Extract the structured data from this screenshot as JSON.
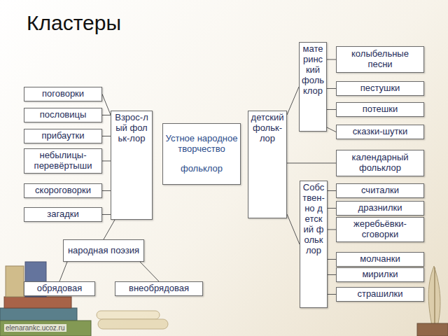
{
  "diagram": {
    "title": "Кластеры",
    "nodes": [
      {
        "text": [
          "Устное народное творчество",
          "фольклор"
        ]
      },
      {
        "text": [
          "Взрос-лый фольк-лор"
        ]
      },
      {
        "text": [
          "поговорки"
        ]
      },
      {
        "text": [
          "пословицы"
        ]
      },
      {
        "text": [
          "прибаутки"
        ]
      },
      {
        "text": [
          "небылицы-перевёртыши"
        ]
      },
      {
        "text": [
          "скороговорки"
        ]
      },
      {
        "text": [
          "загадки"
        ]
      },
      {
        "text": [
          "народная поэзия"
        ]
      },
      {
        "text": [
          "обрядовая"
        ]
      },
      {
        "text": [
          "внеобрядовая"
        ]
      },
      {
        "text": [
          "детский фольк-лор"
        ]
      },
      {
        "text": [
          "материнский фольклор"
        ]
      },
      {
        "text": [
          "колыбельные песни"
        ]
      },
      {
        "text": [
          "пестушки"
        ]
      },
      {
        "text": [
          "потешки"
        ]
      },
      {
        "text": [
          "сказки-шутки"
        ]
      },
      {
        "text": [
          "календарный фольклор"
        ]
      },
      {
        "text": [
          "Собствен-но детский фольклор"
        ]
      },
      {
        "text": [
          "считалки"
        ]
      },
      {
        "text": [
          "дразнилки"
        ]
      },
      {
        "text": [
          "жеребьёвки-сговорки"
        ]
      },
      {
        "text": [
          "молчанки"
        ]
      },
      {
        "text": [
          "мирилки"
        ]
      },
      {
        "text": [
          "страшилки"
        ]
      }
    ],
    "edges": [
      {
        "from": 1,
        "to": 2,
        "arrow": "none"
      },
      {
        "from": 1,
        "to": 3,
        "arrow": "none"
      },
      {
        "from": 1,
        "to": 4,
        "arrow": "none"
      },
      {
        "from": 1,
        "to": 5,
        "arrow": "none"
      },
      {
        "from": 1,
        "to": 6,
        "arrow": "none"
      },
      {
        "from": 1,
        "to": 7,
        "arrow": "none"
      },
      {
        "from": 1,
        "to": 8,
        "arrow": "none"
      },
      {
        "from": 8,
        "to": 9,
        "arrow": "none"
      },
      {
        "from": 8,
        "to": 10,
        "arrow": "none"
      },
      {
        "from": 11,
        "to": 12,
        "arrow": "none"
      },
      {
        "from": 11,
        "to": 17,
        "arrow": "none"
      },
      {
        "from": 11,
        "to": 18,
        "arrow": "none"
      },
      {
        "from": 12,
        "to": 13,
        "arrow": "none"
      },
      {
        "from": 12,
        "to": 14,
        "arrow": "none"
      },
      {
        "from": 12,
        "to": 15,
        "arrow": "none"
      },
      {
        "from": 12,
        "to": 16,
        "arrow": "none"
      },
      {
        "from": 18,
        "to": 19,
        "arrow": "none"
      },
      {
        "from": 18,
        "to": 20,
        "arrow": "none"
      },
      {
        "from": 18,
        "to": 21,
        "arrow": "none"
      },
      {
        "from": 18,
        "to": 22,
        "arrow": "none"
      },
      {
        "from": 18,
        "to": 23,
        "arrow": "none"
      },
      {
        "from": 18,
        "to": 24,
        "arrow": "none"
      }
    ],
    "labels": [
      "elenarankc.ucoz.ru"
    ]
  }
}
